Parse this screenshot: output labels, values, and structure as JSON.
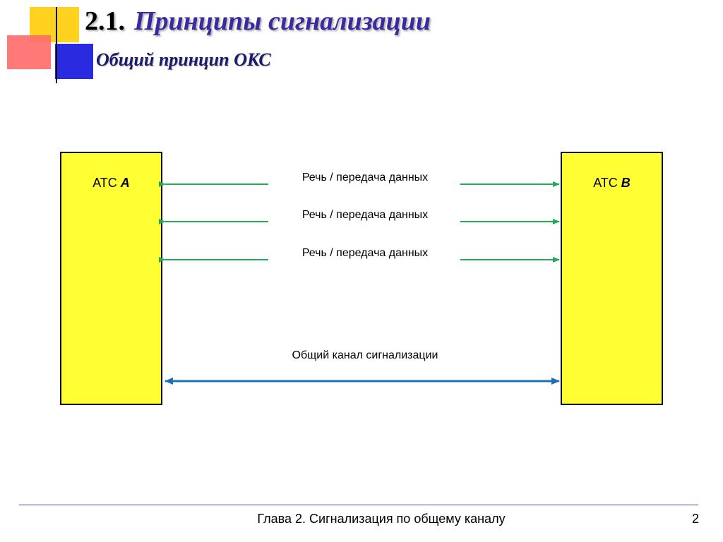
{
  "slide": {
    "title_number": "2.1.",
    "title": "Принципы сигнализации",
    "subtitle": "Общий принцип ОКС"
  },
  "diagram": {
    "station_a": {
      "prefix": "АТС",
      "letter": "А"
    },
    "station_b": {
      "prefix": "АТС",
      "letter": "В"
    },
    "voice_channels": [
      {
        "label": "Речь / передача данных"
      },
      {
        "label": "Речь / передача данных"
      },
      {
        "label": "Речь / передача данных"
      }
    ],
    "signaling_channel": {
      "label": "Общий канал сигнализации"
    },
    "colors": {
      "station_fill": "#ffff33",
      "voice_arrow": "#22aa55",
      "signaling_arrow": "#1f6fb5"
    }
  },
  "footer": {
    "chapter": "Глава 2. Сигнализация по общему каналу",
    "page": "2"
  }
}
